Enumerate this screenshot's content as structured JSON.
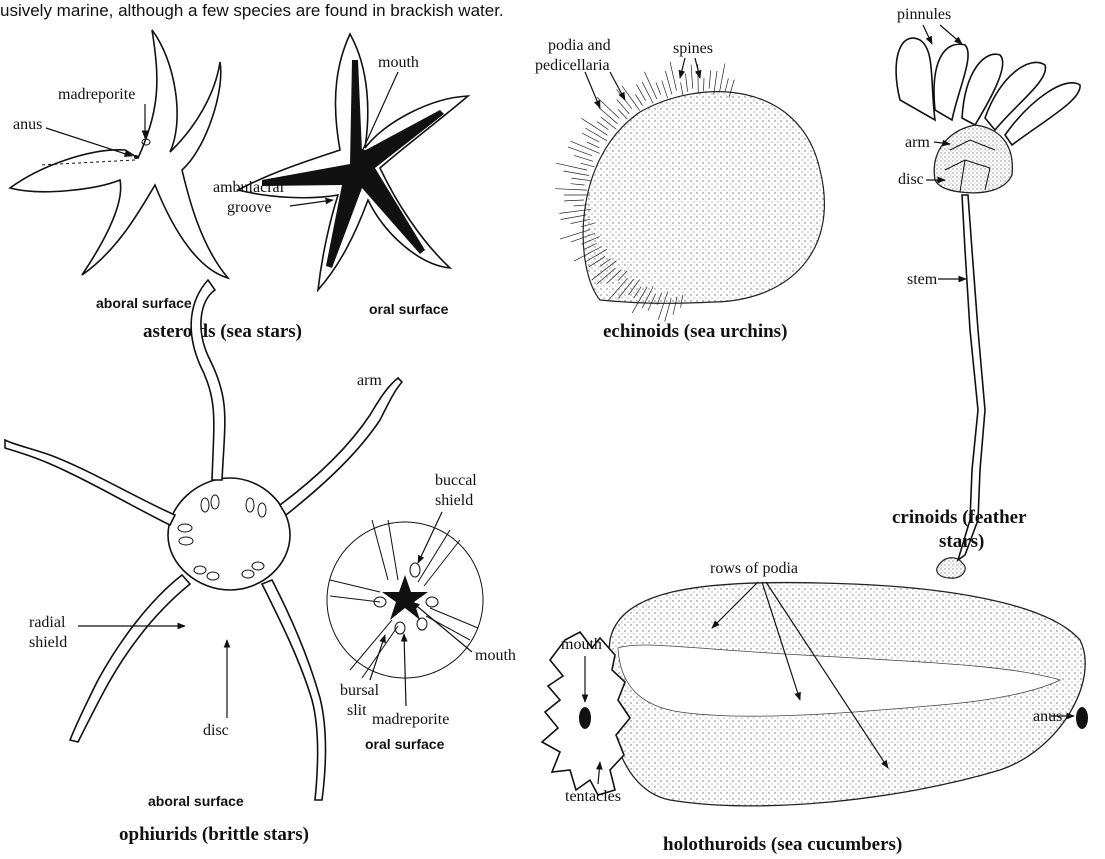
{
  "intro_text": "usively marine, although a few species are found in brackish water.",
  "asteroids": {
    "title": "asteroids (sea stars)",
    "aboral_caption": "aboral surface",
    "oral_caption": "oral surface",
    "labels": {
      "madreporite": "madreporite",
      "anus": "anus",
      "mouth": "mouth",
      "ambulacral_groove_1": "ambulacral",
      "ambulacral_groove_2": "groove"
    }
  },
  "echinoids": {
    "title": "echinoids (sea urchins)",
    "labels": {
      "podia_1": "podia and",
      "podia_2": "pedicellaria",
      "spines": "spines"
    }
  },
  "crinoids": {
    "title_1": "crinoids (feather",
    "title_2": "stars)",
    "labels": {
      "pinnules": "pinnules",
      "arm": "arm",
      "disc": "disc",
      "stem": "stem"
    }
  },
  "ophiurids": {
    "title": "ophiurids (brittle stars)",
    "aboral_caption": "aboral surface",
    "oral_caption": "oral surface",
    "labels": {
      "arm": "arm",
      "radial_shield_1": "radial",
      "radial_shield_2": "shield",
      "disc": "disc",
      "buccal_shield_1": "buccal",
      "buccal_shield_2": "shield",
      "mouth": "mouth",
      "bursal_slit_1": "bursal",
      "bursal_slit_2": "slit",
      "madreporite": "madreporite"
    }
  },
  "holothuroids": {
    "title": "holothuroids (sea cucumbers)",
    "labels": {
      "mouth": "mouth",
      "rows_of_podia": "rows of podia",
      "anus": "anus",
      "tentacles": "tentacles"
    }
  }
}
